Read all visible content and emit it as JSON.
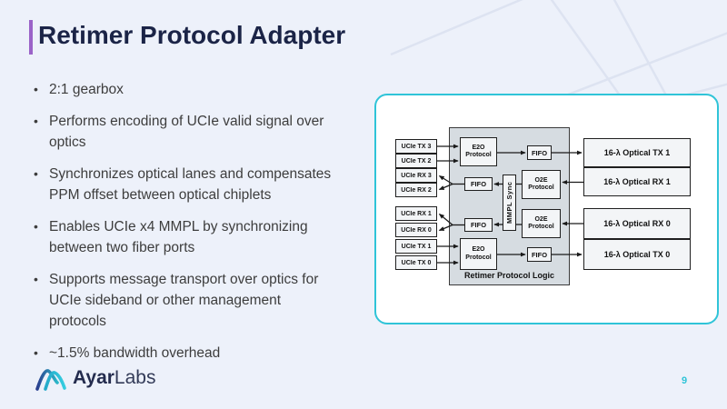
{
  "slide": {
    "title": "Retimer Protocol Adapter",
    "bullets": [
      "2:1 gearbox",
      "Performs encoding of UCIe valid signal over optics",
      "Synchronizes optical lanes and compensates PPM offset between optical chiplets",
      "Enables UCIe x4 MMPL by synchronizing between two fiber ports",
      "Supports message transport over optics for UCIe sideband or other management protocols",
      "~1.5% bandwidth overhead"
    ],
    "page_number": "9",
    "brand": {
      "bold": "Ayar",
      "light": "Labs"
    }
  },
  "diagram": {
    "container_label": "Retimer Protocol Logic",
    "labels": {
      "e2o": "E2O Protocol",
      "o2e": "O2E Protocol",
      "fifo": "FIFO",
      "mmpl_sync": "MMPL Sync"
    },
    "ucie_ports": [
      "UCIe TX 3",
      "UCIe TX 2",
      "UCIe RX 3",
      "UCIe RX 2",
      "UCIe RX 1",
      "UCIe RX 0",
      "UCIe TX 1",
      "UCIe TX 0"
    ],
    "optical_ports": [
      "16-λ Optical TX 1",
      "16-λ Optical RX 1",
      "16-λ Optical RX 0",
      "16-λ Optical TX 0"
    ]
  },
  "colors": {
    "accent_bar": "#9b63c8",
    "card_border": "#2fc4d8",
    "title_text": "#1b2447",
    "page_number": "#2fc4d8",
    "gray_container": "#d6dce1"
  }
}
